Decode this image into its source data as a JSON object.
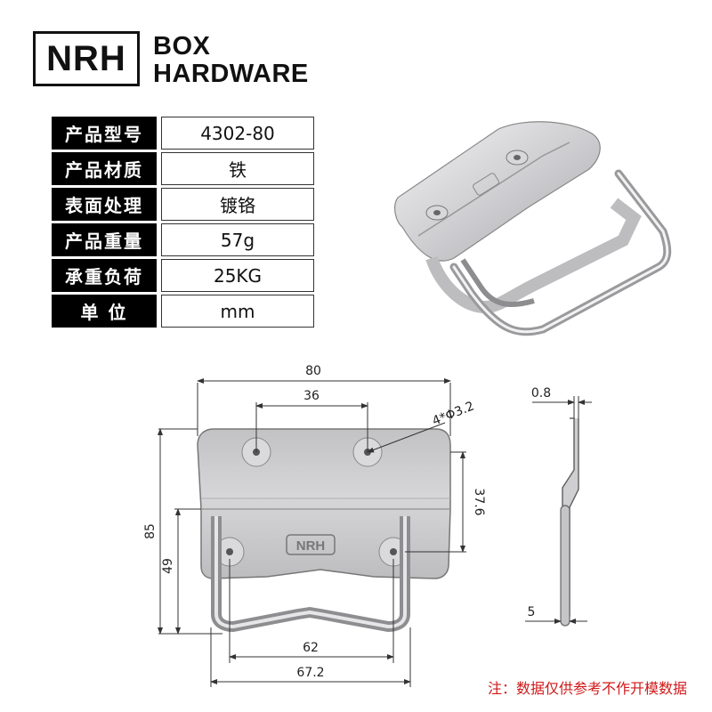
{
  "brand": {
    "logo": "NRH",
    "line1": "BOX",
    "line2": "HARDWARE"
  },
  "specs": [
    {
      "key": "产品型号",
      "value": "4302-80"
    },
    {
      "key": "产品材质",
      "value": "铁"
    },
    {
      "key": "表面处理",
      "value": "镀铬"
    },
    {
      "key": "产品重量",
      "value": "57g"
    },
    {
      "key": "承重负荷",
      "value": "25KG"
    },
    {
      "key": "单 位",
      "value": "mm"
    }
  ],
  "part_marking": "NRH",
  "dimensions": {
    "overall_width": "80",
    "hole_spacing": "36",
    "holes": "4*Φ3.2",
    "overall_height": "85",
    "lower_hole_height": "49",
    "vertical_offset": "37.6",
    "handle_inner": "62",
    "handle_outer": "67.2",
    "thickness": "0.8",
    "side_wire": "5"
  },
  "note": "注：数据仅供参考不作开模数据",
  "colors": {
    "accent_note": "#d01818",
    "table_header": "#000000",
    "metal": "#c9c9cb"
  }
}
